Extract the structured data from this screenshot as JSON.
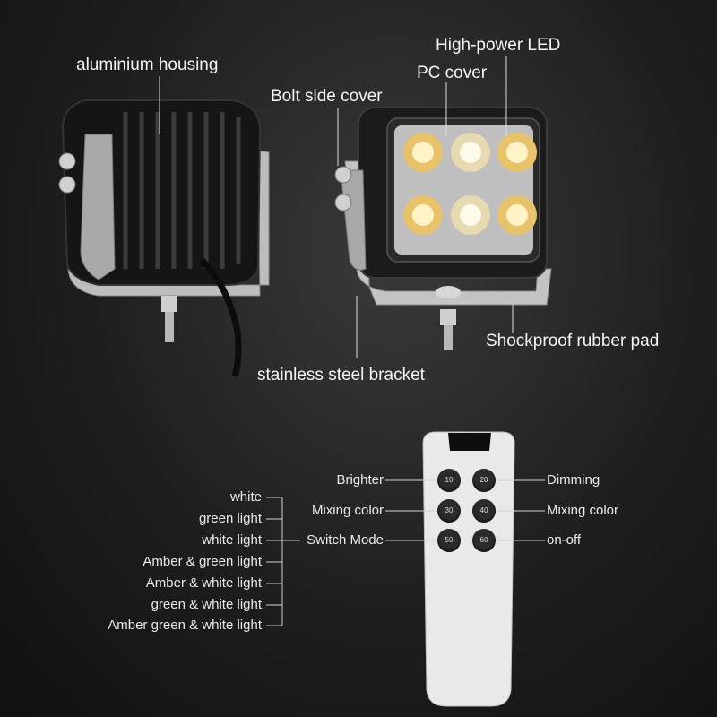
{
  "callouts": {
    "housing": "aluminium housing",
    "bolt_cover": "Bolt side  cover",
    "high_power_led": "High-power LED",
    "pc_cover": "PC cover",
    "rubber_pad": "Shockproof rubber pad",
    "bracket": "stainless steel  bracket"
  },
  "remote": {
    "left_labels": [
      "Brighter",
      "Mixing color",
      "Switch Mode"
    ],
    "right_labels": [
      "Dimming",
      "Mixing color",
      "on-off"
    ],
    "buttons": [
      "10",
      "20",
      "30",
      "40",
      "50",
      "60"
    ]
  },
  "modes": [
    "white",
    "green light",
    "white light",
    "Amber & green light",
    "Amber & white light",
    "green & white light",
    "Amber green & white light"
  ],
  "colors": {
    "background": "#1e1e1e",
    "led_warm": "#e8c36a",
    "led_white": "#f3ecd6",
    "bracket": "#c8c8c8",
    "remote_body": "#e9e9e9"
  }
}
